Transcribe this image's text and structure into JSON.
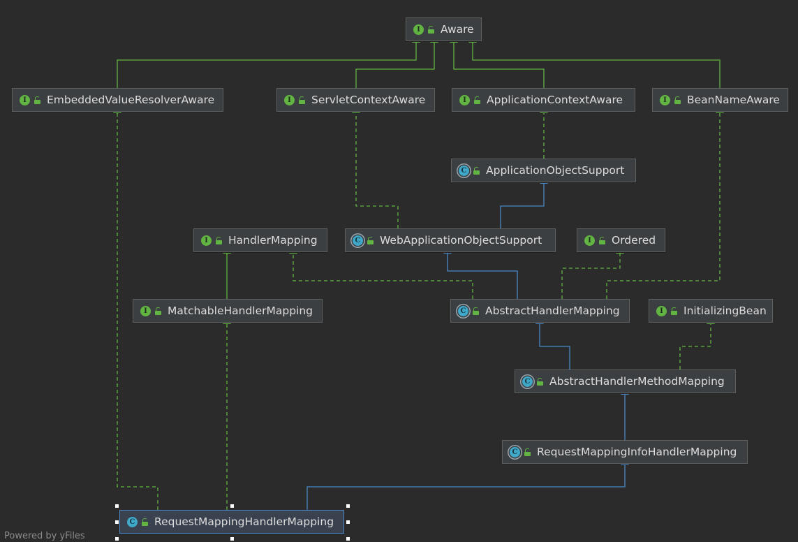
{
  "diagram": {
    "nodes": [
      {
        "id": "aware",
        "label": "Aware",
        "kind": "interface"
      },
      {
        "id": "evra",
        "label": "EmbeddedValueResolverAware",
        "kind": "interface"
      },
      {
        "id": "sca",
        "label": "ServletContextAware",
        "kind": "interface"
      },
      {
        "id": "aca",
        "label": "ApplicationContextAware",
        "kind": "interface"
      },
      {
        "id": "bna",
        "label": "BeanNameAware",
        "kind": "interface"
      },
      {
        "id": "aos",
        "label": "ApplicationObjectSupport",
        "kind": "abstract-class"
      },
      {
        "id": "hm",
        "label": "HandlerMapping",
        "kind": "interface"
      },
      {
        "id": "waos",
        "label": "WebApplicationObjectSupport",
        "kind": "abstract-class"
      },
      {
        "id": "ord",
        "label": "Ordered",
        "kind": "interface"
      },
      {
        "id": "mhm",
        "label": "MatchableHandlerMapping",
        "kind": "interface"
      },
      {
        "id": "ahm",
        "label": "AbstractHandlerMapping",
        "kind": "abstract-class"
      },
      {
        "id": "ib",
        "label": "InitializingBean",
        "kind": "interface"
      },
      {
        "id": "ahmm",
        "label": "AbstractHandlerMethodMapping",
        "kind": "abstract-class"
      },
      {
        "id": "rmihm",
        "label": "RequestMappingInfoHandlerMapping",
        "kind": "abstract-class"
      },
      {
        "id": "rmhm",
        "label": "RequestMappingHandlerMapping",
        "kind": "class",
        "selected": true
      }
    ],
    "edges": [
      {
        "from": "evra",
        "to": "aware",
        "type": "extends"
      },
      {
        "from": "sca",
        "to": "aware",
        "type": "extends"
      },
      {
        "from": "aca",
        "to": "aware",
        "type": "extends"
      },
      {
        "from": "bna",
        "to": "aware",
        "type": "extends"
      },
      {
        "from": "aos",
        "to": "aca",
        "type": "implements"
      },
      {
        "from": "waos",
        "to": "sca",
        "type": "implements"
      },
      {
        "from": "waos",
        "to": "aos",
        "type": "class-extends"
      },
      {
        "from": "mhm",
        "to": "hm",
        "type": "extends"
      },
      {
        "from": "ahm",
        "to": "hm",
        "type": "implements"
      },
      {
        "from": "ahm",
        "to": "waos",
        "type": "class-extends"
      },
      {
        "from": "ahm",
        "to": "ord",
        "type": "implements"
      },
      {
        "from": "ahm",
        "to": "bna",
        "type": "implements"
      },
      {
        "from": "ahmm",
        "to": "ahm",
        "type": "class-extends"
      },
      {
        "from": "ahmm",
        "to": "ib",
        "type": "implements"
      },
      {
        "from": "rmihm",
        "to": "ahmm",
        "type": "class-extends"
      },
      {
        "from": "rmhm",
        "to": "rmihm",
        "type": "class-extends"
      },
      {
        "from": "rmhm",
        "to": "evra",
        "type": "implements"
      },
      {
        "from": "rmhm",
        "to": "mhm",
        "type": "implements"
      }
    ],
    "colors": {
      "interface_edge": "#62b543",
      "class_edge": "#4a88c7",
      "background": "#2b2b2b"
    }
  },
  "footer": {
    "text": "Powered by yFiles"
  }
}
